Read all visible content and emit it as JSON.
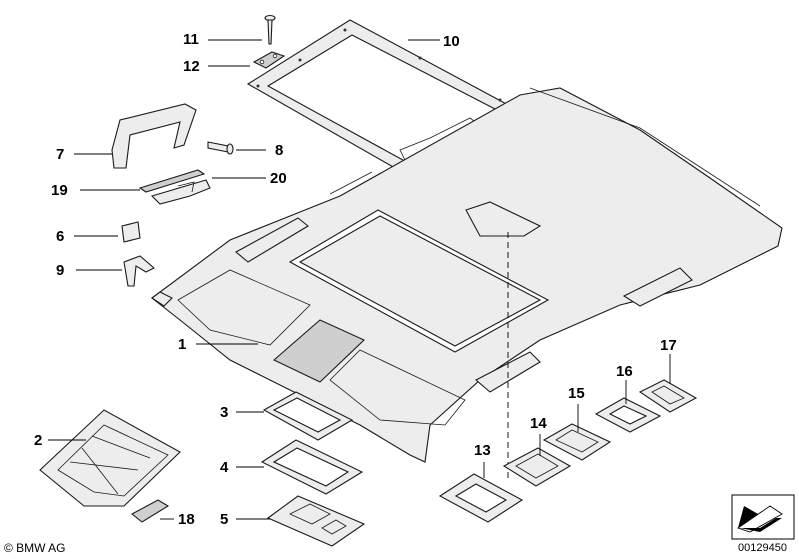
{
  "callouts": {
    "c1": "1",
    "c2": "2",
    "c3": "3",
    "c4": "4",
    "c5": "5",
    "c6": "6",
    "c7": "7",
    "c8": "8",
    "c9": "9",
    "c10": "10",
    "c11": "11",
    "c12": "12",
    "c13": "13",
    "c14": "14",
    "c15": "15",
    "c16": "16",
    "c17": "17",
    "c18": "18",
    "c19": "19",
    "c20": "20"
  },
  "footer": {
    "copyright": "© BMW AG",
    "diagram_number": "00129450"
  },
  "colors": {
    "part_fill": "#ededed",
    "line": "#1a1a1a",
    "background": "#ffffff"
  }
}
